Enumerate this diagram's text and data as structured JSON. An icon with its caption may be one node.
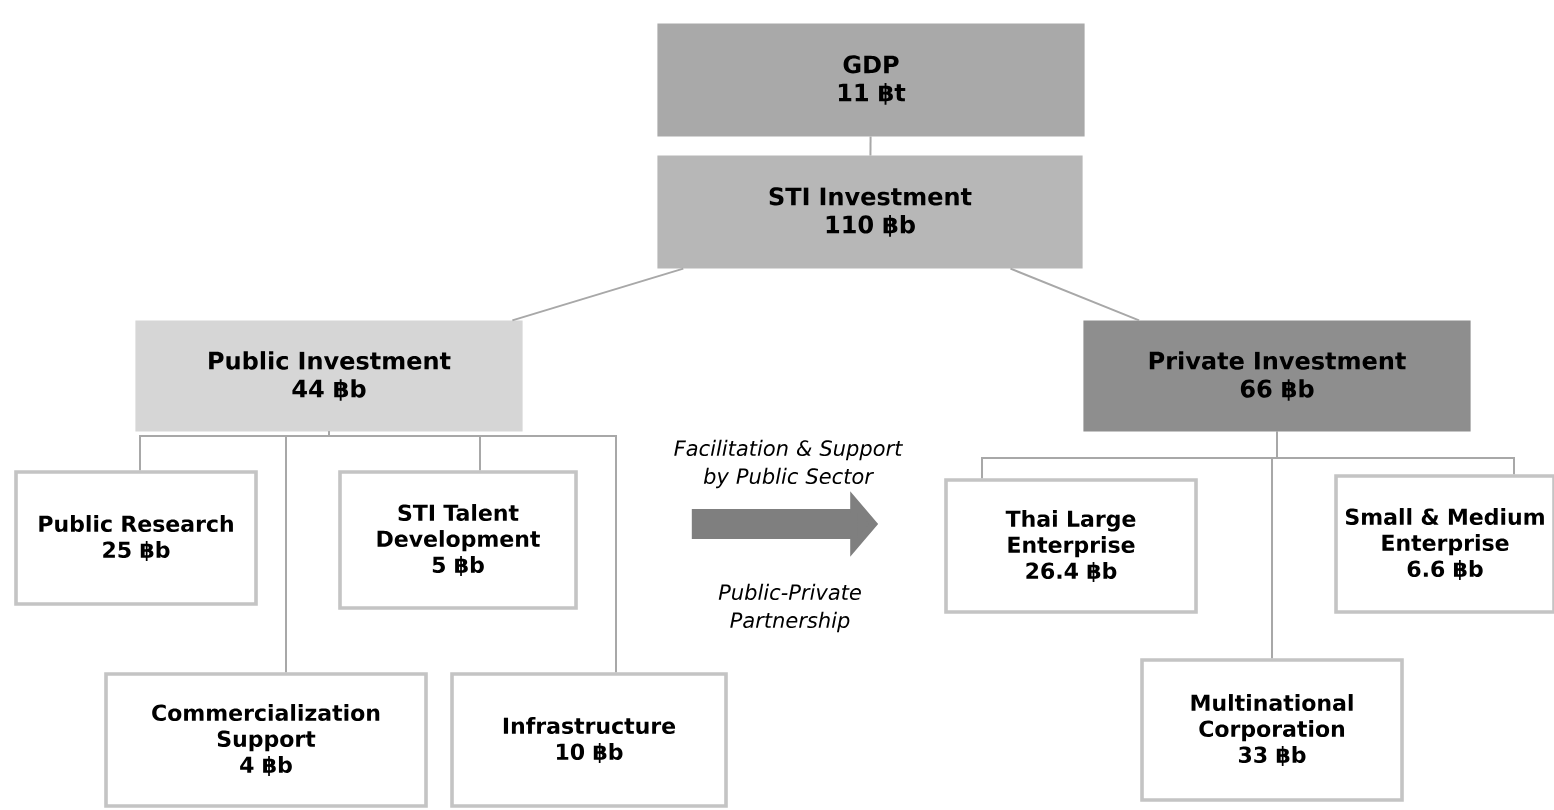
{
  "diagram": {
    "nodes": [
      {
        "text": [
          "GDP",
          "11 ฿t"
        ]
      },
      {
        "text": [
          "STI Investment",
          "110 ฿b"
        ]
      },
      {
        "text": [
          "Public Investment",
          "44 ฿b"
        ]
      },
      {
        "text": [
          "Private Investment",
          "66 ฿b"
        ]
      },
      {
        "text": [
          "Public Research",
          "25 ฿b"
        ]
      },
      {
        "text": [
          "STI Talent Development",
          "5 ฿b"
        ]
      },
      {
        "text": [
          "Commercialization Support",
          "4 ฿b"
        ]
      },
      {
        "text": [
          "Infrastructure",
          "10 ฿b"
        ]
      },
      {
        "text": [
          "Thai Large Enterprise",
          "26.4 ฿b"
        ]
      },
      {
        "text": [
          "Small & Medium Enterprise",
          "6.6 ฿b"
        ]
      },
      {
        "text": [
          "Multinational Corporation",
          "33 ฿b"
        ]
      }
    ],
    "edges": [
      {
        "from": 0,
        "to": 1,
        "arrow": "none"
      },
      {
        "from": 1,
        "to": 2,
        "arrow": "none"
      },
      {
        "from": 1,
        "to": 3,
        "arrow": "none"
      },
      {
        "from": 2,
        "to": 4,
        "arrow": "none"
      },
      {
        "from": 2,
        "to": 6,
        "arrow": "none"
      },
      {
        "from": 2,
        "to": 5,
        "arrow": "none"
      },
      {
        "from": 2,
        "to": 7,
        "arrow": "none"
      },
      {
        "from": 3,
        "to": 8,
        "arrow": "none"
      },
      {
        "from": 3,
        "to": 10,
        "arrow": "none"
      },
      {
        "from": 3,
        "to": 9,
        "arrow": "none"
      },
      {
        "from": 5,
        "to": 8,
        "arrow": "to",
        "label": "Facilitation & Support by Public Sector",
        "style": "thick",
        "color": "#7f7f7f"
      }
    ],
    "labels": [
      "Public-Private Partnership"
    ]
  }
}
